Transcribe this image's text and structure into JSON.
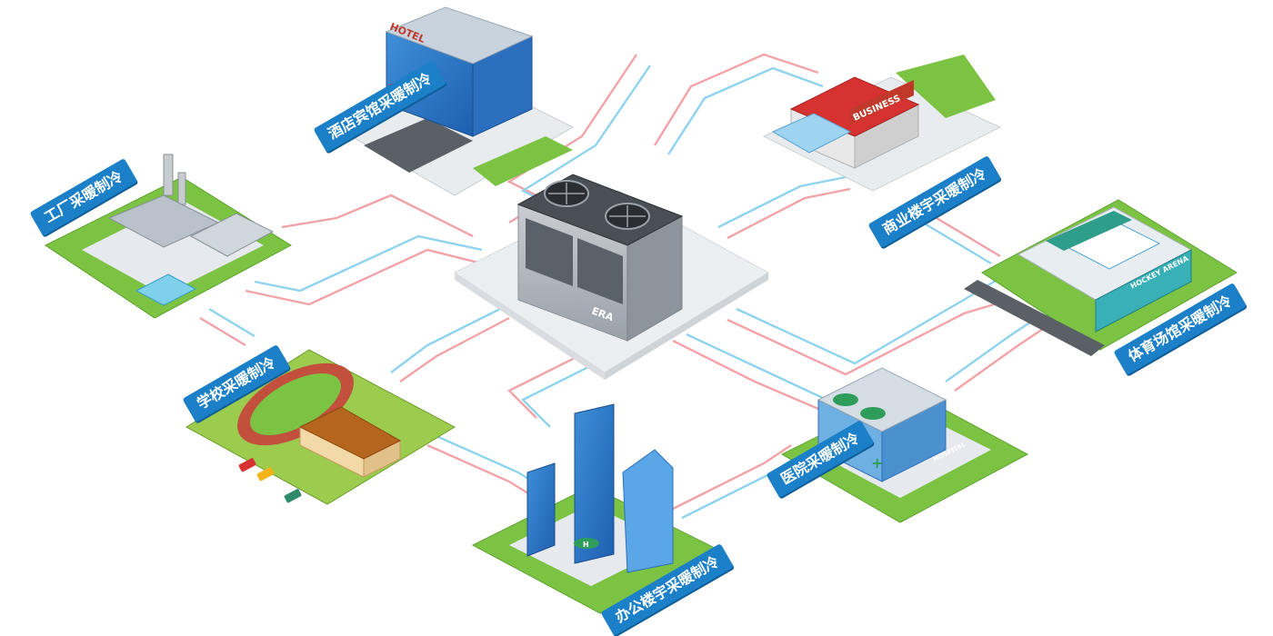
{
  "center_unit": {
    "brand": "ERA"
  },
  "buildings": {
    "hotel": {
      "label": "酒店宾馆采暖制冷",
      "sign": "HOTEL"
    },
    "business": {
      "label": "商业楼宇采暖制冷",
      "sign": "BUSINESS"
    },
    "factory": {
      "label": "工厂采暖制冷"
    },
    "stadium": {
      "label": "体育场馆采暖制冷",
      "sign": "HOCKEY ARENA"
    },
    "school": {
      "label": "学校采暖制冷"
    },
    "hospital": {
      "label": "医院采暖制冷",
      "sign": "HOSPITAL"
    },
    "office": {
      "label": "办公楼宇采暖制冷"
    }
  },
  "colors": {
    "pipe_hot": "#f2a3a8",
    "pipe_cold": "#8fd3ee",
    "tag_bg": "#1b80c8",
    "ground": "#7cc243",
    "platform": "#eceff2"
  }
}
